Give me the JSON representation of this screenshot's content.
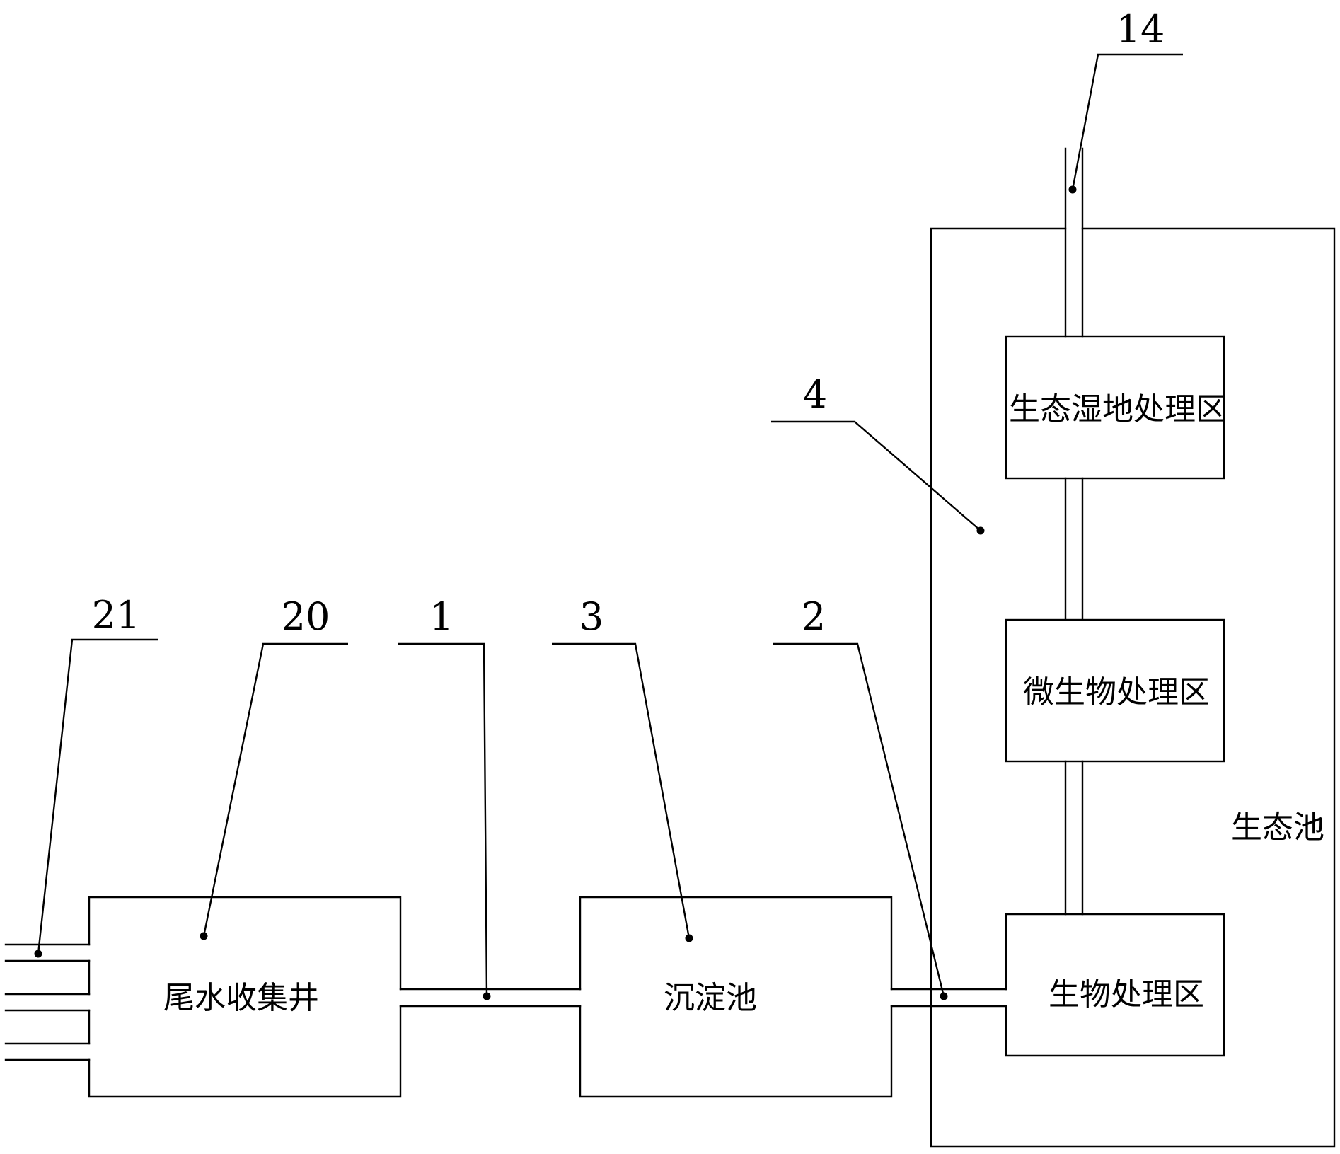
{
  "labels": {
    "tail_water_well": "尾水收集井",
    "sedimentation_tank": "沉淀池",
    "wetland_zone": "生态湿地处理区",
    "microbe_zone": "微生物处理区",
    "bio_zone": "生物处理区",
    "eco_pond": "生态池"
  },
  "ref_numbers": {
    "r21": "21",
    "r20": "20",
    "r1": "1",
    "r3": "3",
    "r2": "2",
    "r4": "4",
    "r14": "14"
  }
}
